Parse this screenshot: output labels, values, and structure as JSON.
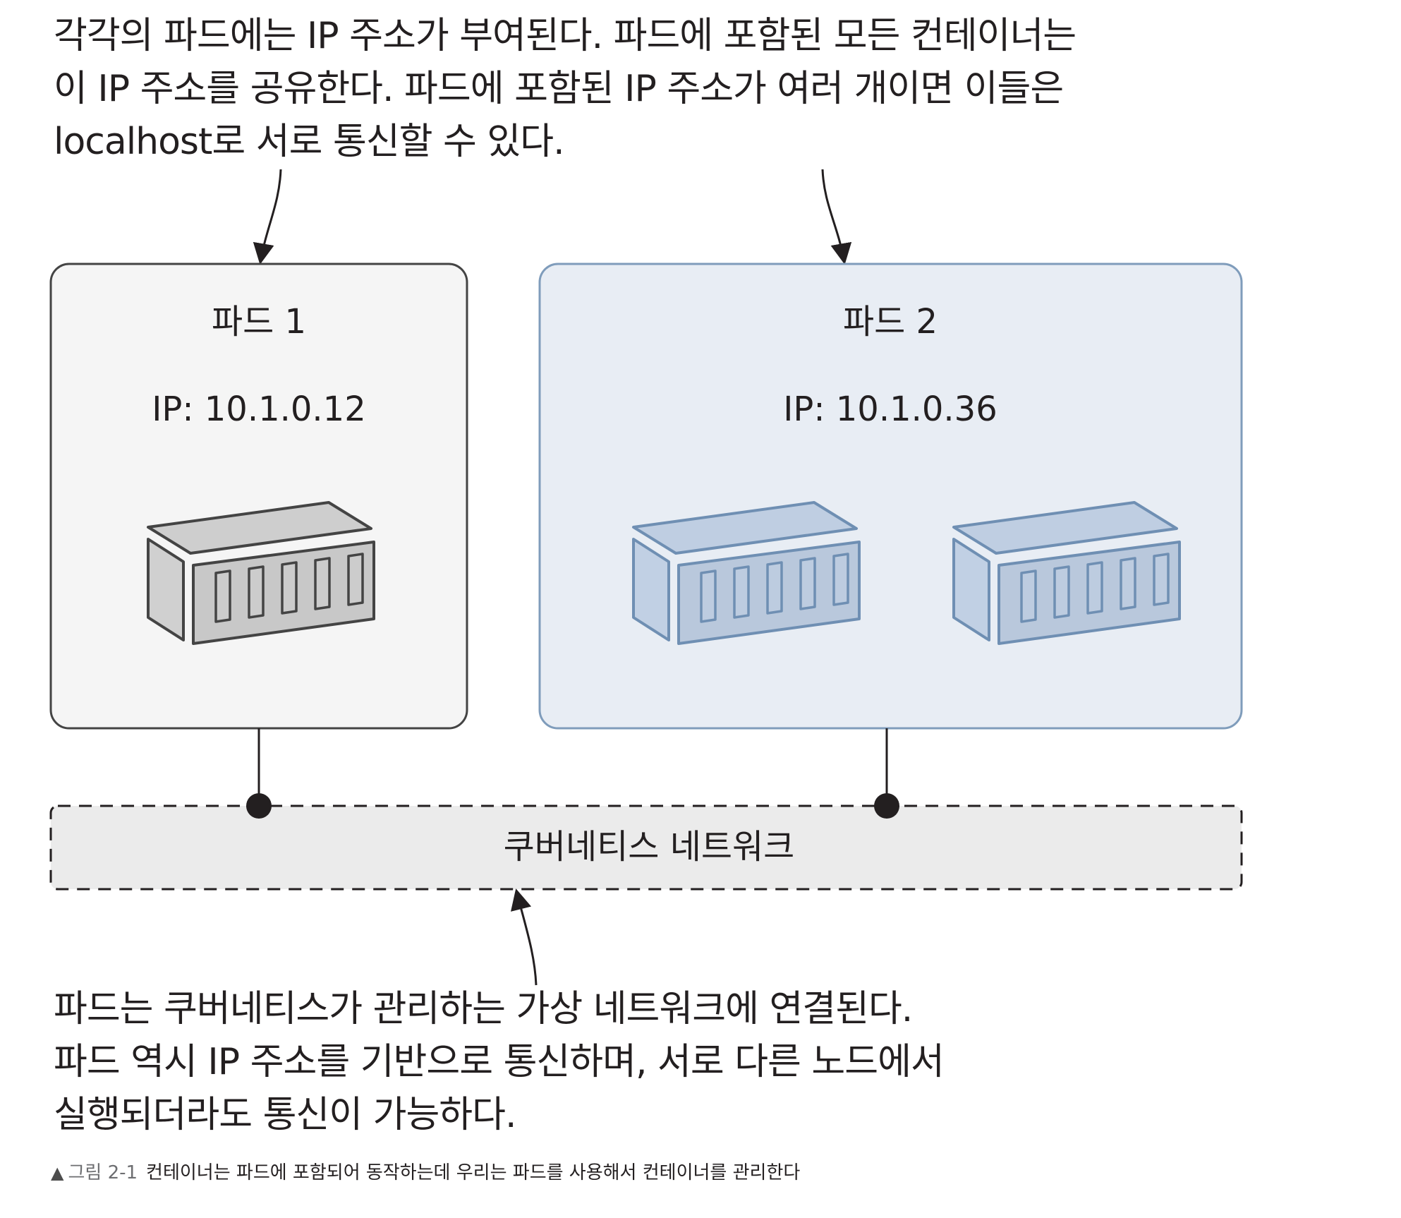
{
  "top_note": {
    "lines": [
      "각각의 파드에는 IP 주소가 부여된다. 파드에 포함된 모든 컨테이너는",
      "이 IP 주소를 공유한다. 파드에 포함된 IP 주소가 여러 개이면 이들은",
      "localhost로 서로 통신할 수 있다."
    ]
  },
  "pods": [
    {
      "title": "파드 1",
      "ip": "IP: 10.1.0.12",
      "containers": 1,
      "fill": "#f5f5f5",
      "stroke": "#444444",
      "container_fill": "#c8c8c8"
    },
    {
      "title": "파드 2",
      "ip": "IP: 10.1.0.36",
      "containers": 2,
      "fill": "#e8edf4",
      "stroke": "#7f9cbb",
      "container_fill": "#b9c8dc"
    }
  ],
  "network": {
    "label": "쿠버네티스 네트워크",
    "fill": "#ebebeb"
  },
  "bottom_note": {
    "lines": [
      "파드는 쿠버네티스가 관리하는 가상 네트워크에 연결된다.",
      "파드 역시 IP 주소를 기반으로 통신하며, 서로 다른 노드에서",
      "실행되더라도 통신이 가능하다."
    ]
  },
  "caption": {
    "marker": "▲",
    "figure_number": "그림 2-1",
    "text": "컨테이너는 파드에 포함되어 동작하는데 우리는 파드를 사용해서 컨테이너를 관리한다"
  }
}
